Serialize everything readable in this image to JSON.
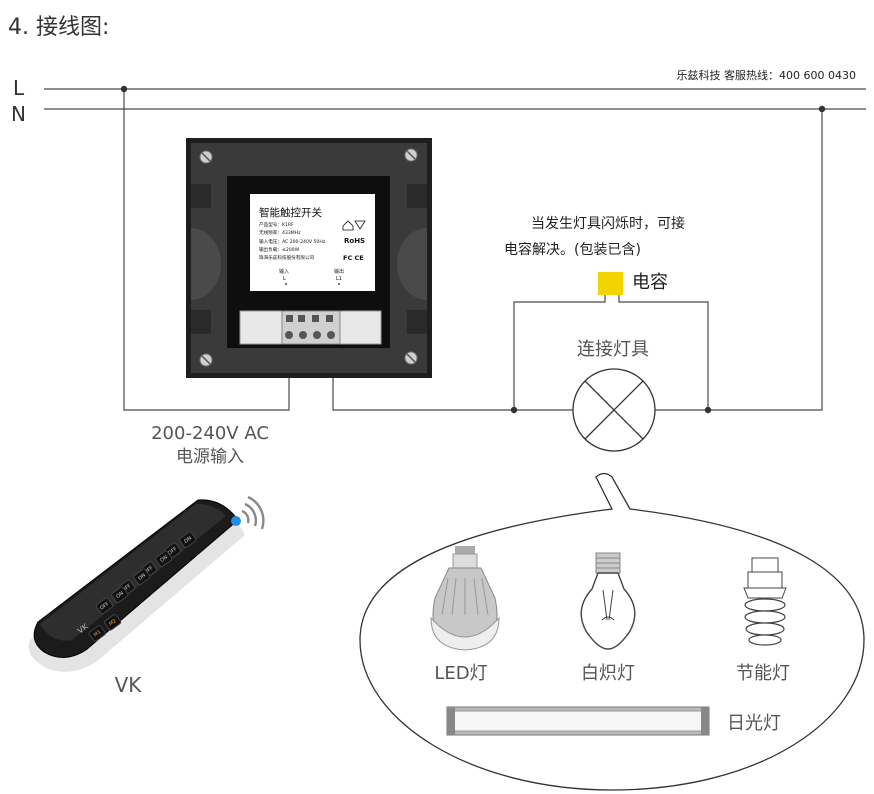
{
  "title": "4. 接线图:",
  "hotline": "乐兹科技 客服热线：400 600 0430",
  "lines": {
    "l": "L",
    "n": "N"
  },
  "switch_label": {
    "name": "智能触控开关",
    "model": "产品型号：K1RF",
    "freq": "无线频率：433MHz",
    "input": "输入电压：AC 200-240V 50Hz",
    "load": "输出负载：≤200W",
    "company": "珠海乐兹科技股份有限公司",
    "rohs": "RoHS",
    "fc": "FC CE",
    "in_label": "输入",
    "in_terminal": "L",
    "out_label": "输出",
    "out_terminal": "L1"
  },
  "power_input": {
    "line1": "200-240V  AC",
    "line2": "电源输入"
  },
  "capacitor_note": {
    "line1": "当发生灯具闪烁时，可接",
    "line2": "电容解决。(包装已含)"
  },
  "capacitor_label": "电容",
  "lamp_label": "连接灯具",
  "lamps": {
    "led": "LED灯",
    "incandescent": "白炽灯",
    "cfl": "节能灯",
    "tube": "日光灯"
  },
  "remote": {
    "label": "VK",
    "brand": "VK",
    "buttons": [
      "OFF",
      "ON",
      "OFF",
      "ON",
      "OFF",
      "ON",
      "OFF",
      "ON",
      "M1",
      "M2"
    ]
  },
  "colors": {
    "capacitor": "#f2d500",
    "wire": "#4a4a4a",
    "panel": "#2b2b2b"
  }
}
